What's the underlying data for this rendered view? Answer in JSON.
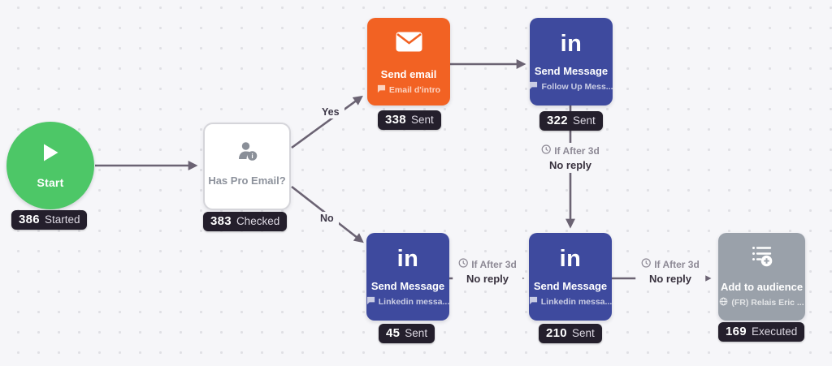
{
  "canvas": {
    "description": "workflow campaign canvas"
  },
  "colors": {
    "start_green": "#4DC767",
    "email_orange": "#F26223",
    "linkedin_blue": "#3E4A9E",
    "audience_gray": "#9AA1AA",
    "badge_background": "#241F2C",
    "connector": "#6B6373",
    "background": "#f6f6f9"
  },
  "linkedin_logo": "in",
  "nodes": {
    "start": {
      "title": "Start",
      "count": "386",
      "count_label": "Started"
    },
    "has_pro_email": {
      "title": "Has Pro Email?",
      "count": "383",
      "count_label": "Checked"
    },
    "send_email": {
      "title": "Send email",
      "sublabel": "Email d'intro",
      "count": "338",
      "count_label": "Sent"
    },
    "send_message_1": {
      "title": "Send Message",
      "sublabel": "Follow Up Mess...",
      "count": "322",
      "count_label": "Sent"
    },
    "send_message_2": {
      "title": "Send Message",
      "sublabel": "Linkedin messa...",
      "count": "45",
      "count_label": "Sent"
    },
    "send_message_3": {
      "title": "Send Message",
      "sublabel": "Linkedin messa...",
      "count": "210",
      "count_label": "Sent"
    },
    "add_to_audience": {
      "title": "Add to audience",
      "sublabel": "(FR) Relais Eric ...",
      "count": "169",
      "count_label": "Executed"
    }
  },
  "edges": {
    "yes": "Yes",
    "no": "No",
    "delay_condition": "If After 3d",
    "reply_condition": "No reply"
  }
}
